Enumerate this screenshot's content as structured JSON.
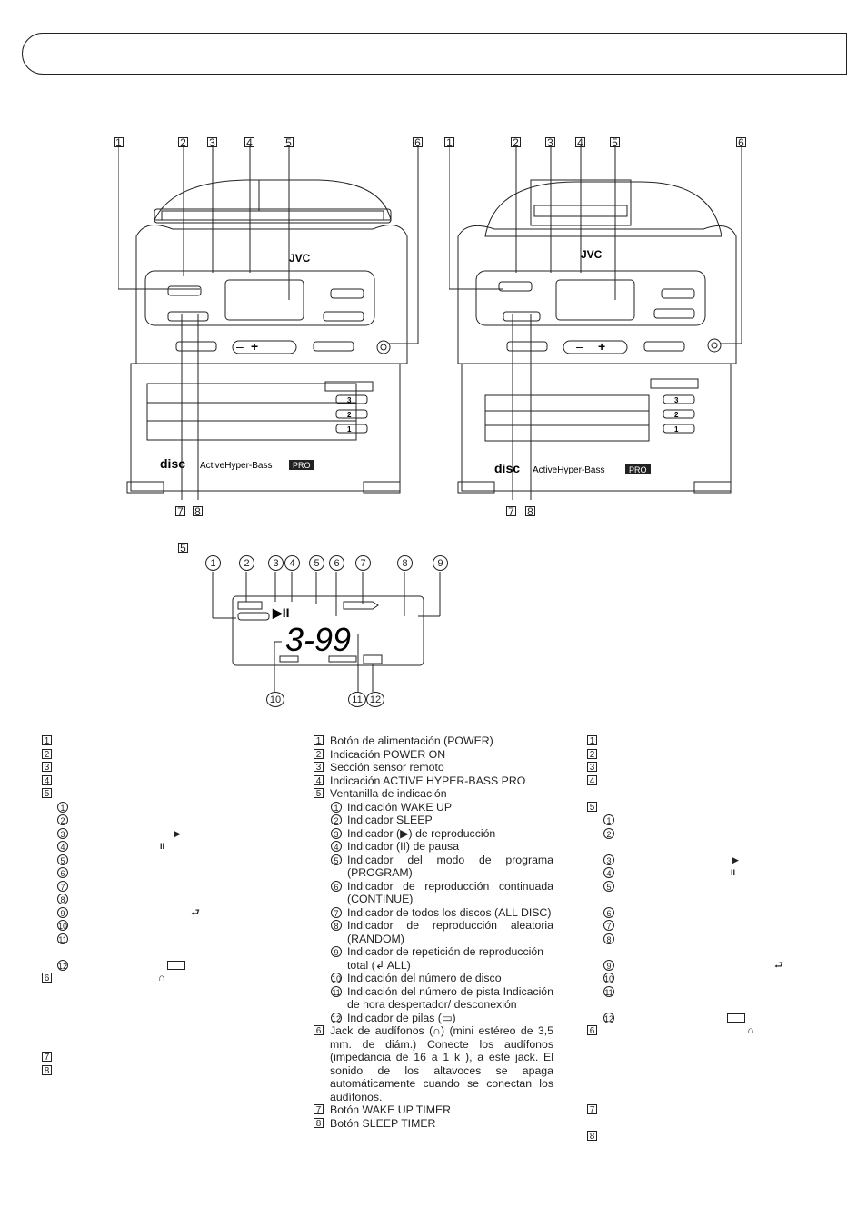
{
  "device": {
    "brand": "JVC",
    "logo": "disc",
    "model_text": "ActiveHyper-Bass",
    "model_badge": "PRO",
    "disc_numbers": [
      "3",
      "2",
      "1"
    ],
    "minus": "–",
    "plus": "+"
  },
  "callouts": [
    "1",
    "2",
    "3",
    "4",
    "5",
    "6"
  ],
  "callouts_bottom": [
    "7",
    "8"
  ],
  "display": {
    "callout": "5",
    "labels": [
      "1",
      "2",
      "3",
      "4",
      "5",
      "6",
      "7",
      "8",
      "9"
    ],
    "bottom_labels": [
      "10",
      "11",
      "12"
    ],
    "digits": "3-99",
    "play_pause": "▶II"
  },
  "left_column": {
    "markers": [
      "1",
      "2",
      "3",
      "4",
      "5"
    ],
    "sub_markers": [
      "1",
      "2",
      "3",
      "4",
      "5",
      "6",
      "7",
      "8",
      "9",
      "10",
      "11",
      "12"
    ],
    "marker6": "6",
    "marker7": "7",
    "marker8": "8"
  },
  "right_column": {
    "markers": [
      "1",
      "2",
      "3",
      "4",
      "5",
      "6",
      "7",
      "8"
    ]
  },
  "spanish": {
    "items": [
      {
        "n": "1",
        "text": "Botón de alimentación (POWER)"
      },
      {
        "n": "2",
        "text": "Indicación POWER ON"
      },
      {
        "n": "3",
        "text": "Sección sensor remoto"
      },
      {
        "n": "4",
        "text": "Indicación ACTIVE HYPER-BASS PRO"
      },
      {
        "n": "5",
        "text": "Ventanilla de indicación"
      }
    ],
    "sub": [
      {
        "n": "1",
        "text": "Indicación WAKE UP"
      },
      {
        "n": "2",
        "text": "Indicador SLEEP"
      },
      {
        "n": "3",
        "text": "Indicador (▶) de reproducción"
      },
      {
        "n": "4",
        "text": "Indicador (II) de pausa"
      },
      {
        "n": "5",
        "text": "Indicador del modo de programa (PROGRAM)"
      },
      {
        "n": "6",
        "text": "Indicador de reproducción continuada (CONTINUE)"
      },
      {
        "n": "7",
        "text": "Indicador de todos los discos (ALL DISC)"
      },
      {
        "n": "8",
        "text": "Indicador de reproducción aleatoria (RANDOM)"
      },
      {
        "n": "9",
        "text": "Indicador de repetición de reproducción total (↲ ALL)"
      },
      {
        "n": "10",
        "text": "Indicación del número de disco"
      },
      {
        "n": "11",
        "text": "Indicación del número de pista Indicación de hora despertador/ desconexión"
      },
      {
        "n": "12",
        "text": "Indicador de pilas (▭)"
      }
    ],
    "item6": {
      "n": "6",
      "text": "Jack de audífonos (∩) (mini estéreo de 3,5 mm. de diám.) Conecte los audífonos (impedancia de 16   a 1 k  ), a este jack. El sonido de los altavoces se apaga automáticamente cuando se conectan los audífonos."
    },
    "item7": {
      "n": "7",
      "text": "Botón WAKE UP TIMER"
    },
    "item8": {
      "n": "8",
      "text": "Botón SLEEP TIMER"
    }
  }
}
